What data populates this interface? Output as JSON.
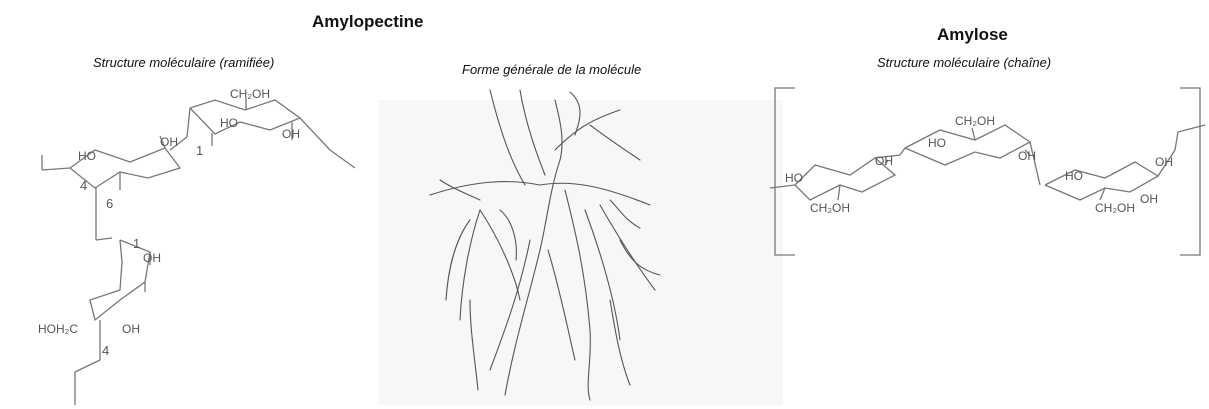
{
  "amylopectine": {
    "title": "Amylopectine",
    "subtitle_structure": "Structure moléculaire (ramifiée)",
    "subtitle_shape": "Forme générale de la molécule",
    "labels": {
      "oh_top_left": "HO",
      "oh_top_right": "OH",
      "ch2oh_top": "CH₂OH",
      "ho_mid": "HO",
      "oh_mid": "OH",
      "num_1_top": "1",
      "num_4_top": "4",
      "num_6": "6",
      "num_1_bottom": "1",
      "oh_bottom_right": "OH",
      "hoh2c": "HOH₂C",
      "oh_bottom": "OH",
      "num_4_bottom": "4"
    }
  },
  "amylose": {
    "title": "Amylose",
    "subtitle": "Structure moléculaire (chaîne)",
    "labels": {
      "ch2oh_top": "CH₂OH",
      "oh_1": "OH",
      "ho_1": "HO",
      "oh_2": "OH",
      "ho_2": "HO",
      "ch2oh_bottom_1": "CH₂OH",
      "oh_3": "OH",
      "ho_3": "HO",
      "ch2oh_bottom_2": "CH₂OH",
      "oh_4": "OH"
    }
  }
}
